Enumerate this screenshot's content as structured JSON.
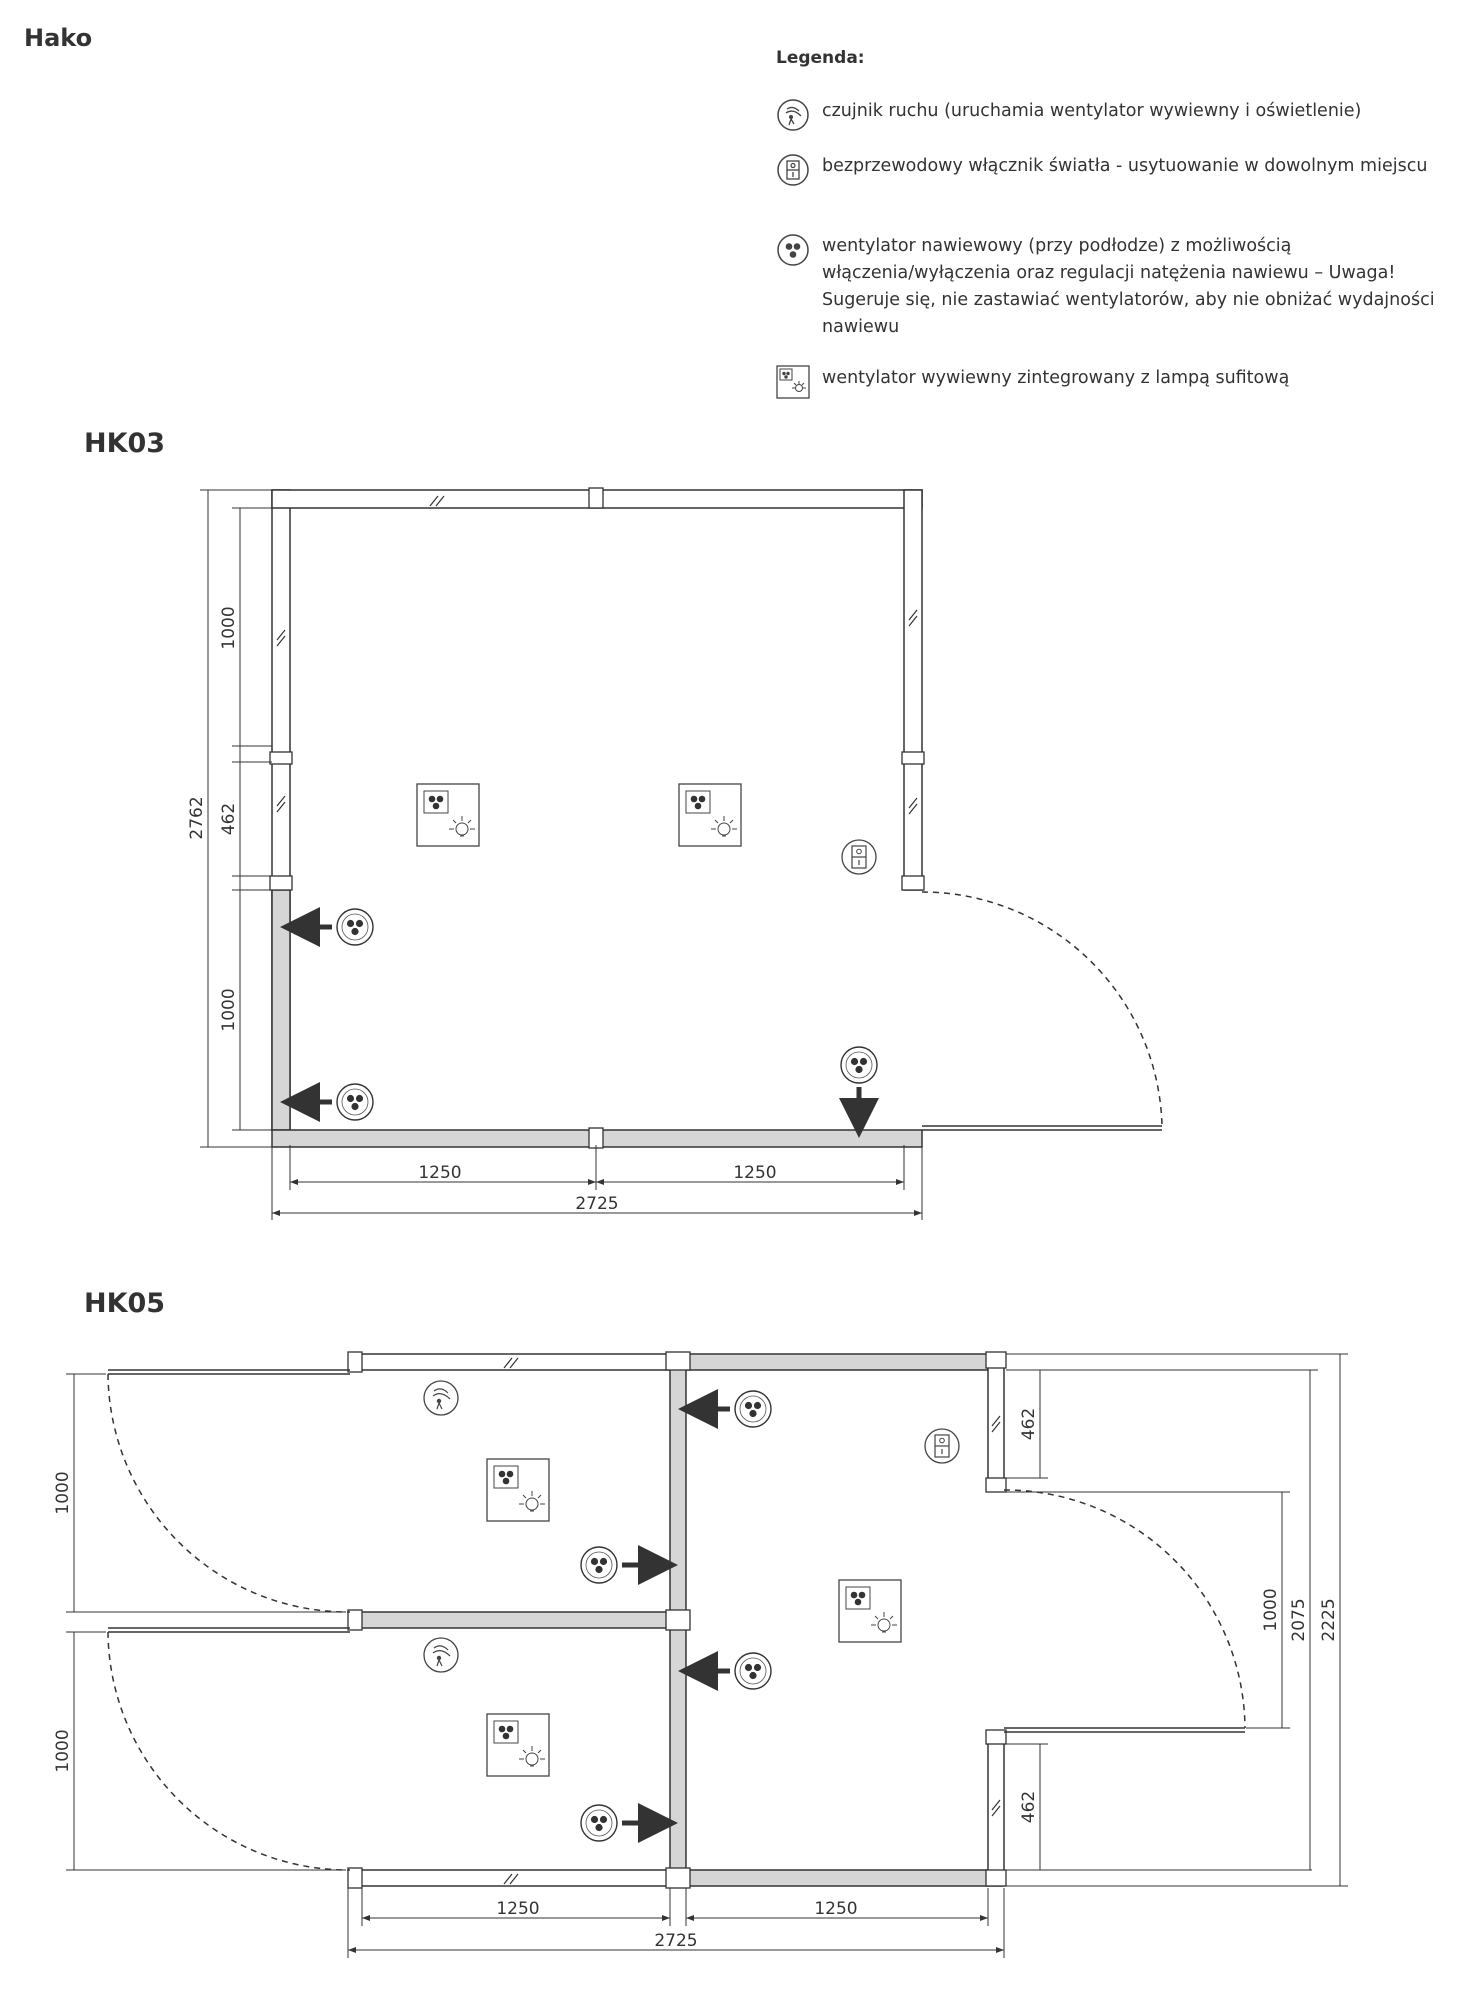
{
  "brand": "Hako",
  "legend": {
    "title": "Legenda:",
    "items": [
      {
        "icon": "motion-sensor-icon",
        "text": "czujnik ruchu (uruchamia wentylator wywiewny i oświetlenie)"
      },
      {
        "icon": "wireless-switch-icon",
        "text": "bezprzewodowy włącznik światła - usytuowanie w dowolnym miejscu"
      },
      {
        "icon": "supply-fan-icon",
        "text": "wentylator nawiewowy (przy podłodze) z możliwością włączenia/wyłączenia oraz regulacji natężenia nawiewu – Uwaga! Sugeruje się, nie zastawiać wentylatorów, aby nie obniżać wydajności nawiewu"
      },
      {
        "icon": "exhaust-fan-lamp-icon",
        "text": "wentylator wywiewny zintegrowany z lampą sufitową"
      }
    ]
  },
  "plans": {
    "hk03": {
      "title": "HK03",
      "dims": {
        "bottom_left": "1250",
        "bottom_right": "1250",
        "total_width": "2725",
        "left_top": "1000",
        "left_mid": "462",
        "left_bottom": "1000",
        "total_height": "2762"
      }
    },
    "hk05": {
      "title": "HK05",
      "dims": {
        "left_door_top": "1000",
        "left_door_bottom": "1000",
        "right_top": "462",
        "right_bottom": "462",
        "right_door": "1000",
        "inner_height": "2075",
        "total_height": "2225",
        "bottom_left": "1250",
        "bottom_right": "1250",
        "total_width": "2725"
      }
    }
  }
}
